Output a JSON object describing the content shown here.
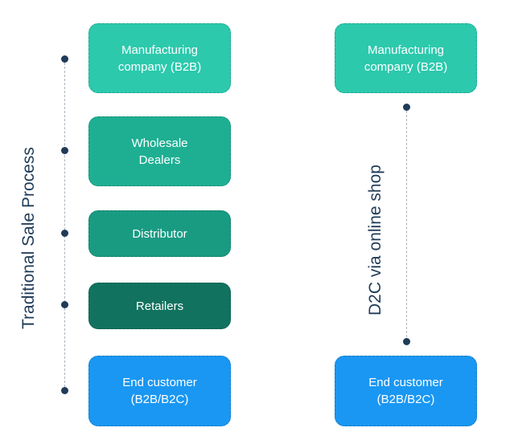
{
  "left_flow": {
    "label": "Traditional Sale Process",
    "boxes": [
      {
        "text": "Manufacturing\ncompany (B2B)",
        "color": "#2cc9ad"
      },
      {
        "text": "Wholesale\nDealers",
        "color": "#1eaf93"
      },
      {
        "text": "Distributor",
        "color": "#199b82"
      },
      {
        "text": "Retailers",
        "color": "#11735f"
      },
      {
        "text": "End customer\n(B2B/B2C)",
        "color": "#1a97f2"
      }
    ]
  },
  "right_flow": {
    "label": "D2C via online shop",
    "boxes": [
      {
        "text": "Manufacturing\ncompany (B2B)",
        "color": "#2cc9ad"
      },
      {
        "text": "End customer\n(B2B/B2C)",
        "color": "#1a97f2"
      }
    ]
  }
}
